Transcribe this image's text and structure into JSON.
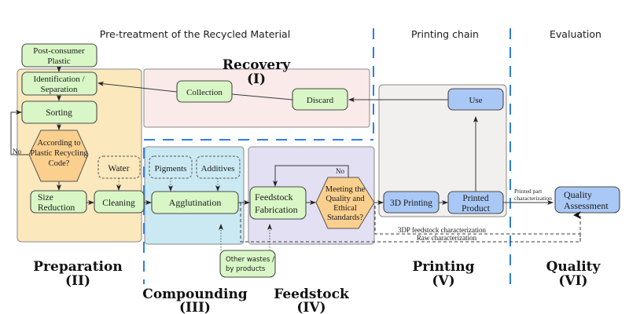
{
  "headers": {
    "pretreatment": "Pre-treatment of the Recycled Material",
    "printing_chain": "Printing chain",
    "evaluation": "Evaluation"
  },
  "stages": {
    "recovery": {
      "name": "Recovery",
      "numeral": "(I)"
    },
    "preparation": {
      "name": "Preparation",
      "numeral": "(II)"
    },
    "compounding": {
      "name": "Compounding",
      "numeral": "(III)"
    },
    "feedstock": {
      "name": "Feedstock",
      "numeral": "(IV)"
    },
    "printing": {
      "name": "Printing",
      "numeral": "(V)"
    },
    "quality": {
      "name": "Quality",
      "numeral": "(VI)"
    }
  },
  "colors": {
    "preparation_bg": "#fbe8bd",
    "recovery_bg": "#fbeaea",
    "compounding_bg": "#cbe9f3",
    "feedstock_bg": "#e3e0f3",
    "printing_bg": "#f1f0ee",
    "separator": "#2f7de3",
    "process_green": "#d9f7c6",
    "process_blue": "#a9c8f5",
    "decision_orange": "#fbcf8e"
  },
  "nodes": {
    "post_consumer": [
      "Post-consumer",
      "Plastic"
    ],
    "identification": [
      "Identification /",
      "Separation"
    ],
    "sorting": "Sorting",
    "recycling_code": [
      "According to",
      "Plastic Recycling",
      "Code?"
    ],
    "size_reduction": [
      "Size",
      "Reduction"
    ],
    "water": "Water",
    "cleaning": "Cleaning",
    "collection": "Collection",
    "discard": "Discard",
    "pigments": "Pigments",
    "additives": "Additives",
    "agglutination": "Agglutination",
    "feedstock_fabrication": [
      "Feedstock",
      "Fabrication"
    ],
    "quality_standards": [
      "Meeting the",
      "Quality and",
      "Ethical",
      "Standards?"
    ],
    "other_wastes": [
      "Other wastes /",
      "by products"
    ],
    "printing_3d": "3D Printing",
    "printed_product": [
      "Printed",
      "Product"
    ],
    "use": "Use",
    "quality_assessment": [
      "Quality",
      "Assessment"
    ]
  },
  "edge_labels": {
    "no_sorting": "No",
    "no_feedstock": "No",
    "printed_part": [
      "Printed part",
      "characterization"
    ],
    "feedstock_char": "3DP feedstock characterization",
    "raw_char": "Raw characterization"
  }
}
